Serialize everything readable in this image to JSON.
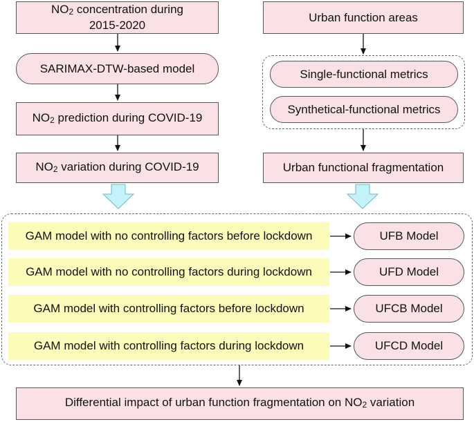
{
  "left_column": {
    "box1": {
      "pre": "NO",
      "sub": "2",
      "post": " concentration during",
      "line2": "2015-2020"
    },
    "box2": {
      "label": "SARIMAX-DTW-based model"
    },
    "box3": {
      "pre": "NO",
      "sub": "2",
      "post": " prediction during COVID-19"
    },
    "box4": {
      "pre": "NO",
      "sub": "2",
      "post": " variation during COVID-19"
    }
  },
  "right_column": {
    "box1": {
      "label": "Urban function areas"
    },
    "box2": {
      "label": "Single-functional metrics"
    },
    "box3": {
      "label": "Synthetical-functional metrics"
    },
    "box4": {
      "label": "Urban functional fragmentation"
    }
  },
  "gam_models": [
    {
      "label": "GAM model with no controlling factors before lockdown",
      "model": "UFB Model"
    },
    {
      "label": "GAM model with no controlling factors during lockdown",
      "model": "UFD Model"
    },
    {
      "label": "GAM model with controlling factors before lockdown",
      "model": "UFCB Model"
    },
    {
      "label": "GAM model with controlling factors during lockdown",
      "model": "UFCD Model"
    }
  ],
  "bottom": {
    "pre": "Differential impact of urban function fragmentation on NO",
    "sub": "2",
    "post": " variation"
  },
  "colors": {
    "pink_box": "#f9e1e6",
    "yellow_box": "#fdfbb9",
    "block_arrow": "#c4f2fb",
    "stroke": "#555555"
  }
}
